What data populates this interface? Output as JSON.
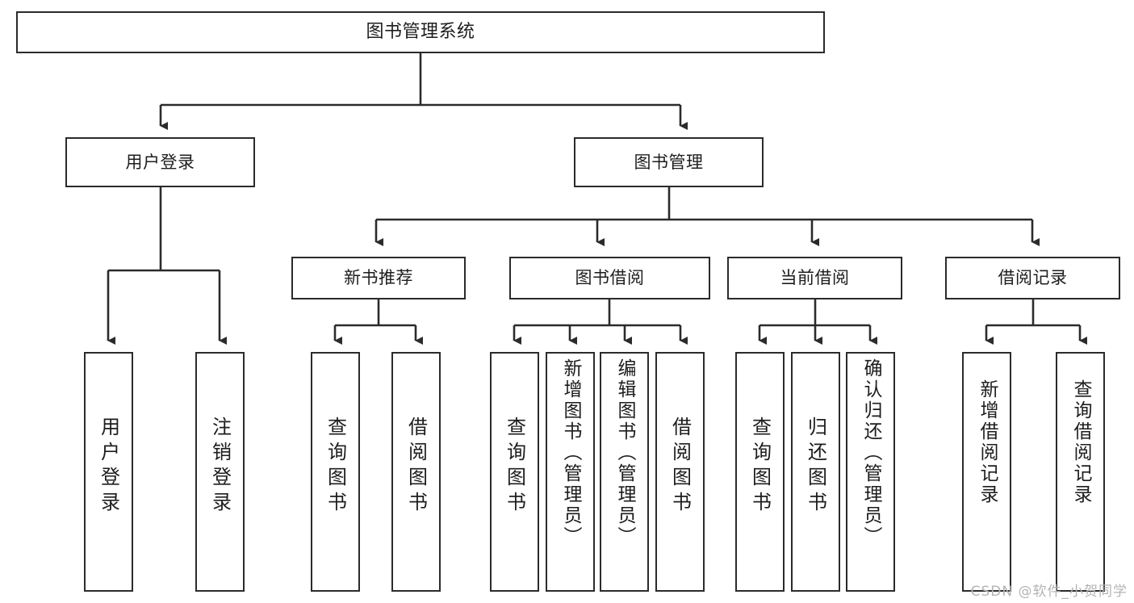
{
  "diagram": {
    "type": "tree",
    "title": "图书管理系统",
    "orientation": "top-down",
    "colors": {
      "box_border": "#2b2b2b",
      "box_fill": "#ffffff",
      "connector": "#2b2b2b",
      "background": "#ffffff",
      "watermark": "#b4b4b4"
    },
    "root": {
      "label": "图书管理系统"
    },
    "level2": [
      {
        "id": "user-login",
        "label": "用户登录"
      },
      {
        "id": "book-manage",
        "label": "图书管理"
      }
    ],
    "level3": [
      {
        "id": "new-book-recommend",
        "label": "新书推荐"
      },
      {
        "id": "book-borrow",
        "label": "图书借阅"
      },
      {
        "id": "current-borrow",
        "label": "当前借阅"
      },
      {
        "id": "borrow-record",
        "label": "借阅记录"
      }
    ],
    "leaves": {
      "user_login": [
        {
          "id": "leaf-user-login",
          "label": "用户登录"
        },
        {
          "id": "leaf-logout",
          "label": "注销登录"
        }
      ],
      "new_book_recommend": [
        {
          "id": "leaf-query-book-1",
          "label": "查询图书"
        },
        {
          "id": "leaf-borrow-book-1",
          "label": "借阅图书"
        }
      ],
      "book_borrow": [
        {
          "id": "leaf-query-book-2",
          "label": "查询图书"
        },
        {
          "id": "leaf-add-book",
          "label": "新增图书（管理员）"
        },
        {
          "id": "leaf-edit-book",
          "label": "编辑图书（管理员）"
        },
        {
          "id": "leaf-borrow-book-2",
          "label": "借阅图书"
        }
      ],
      "current_borrow": [
        {
          "id": "leaf-query-book-3",
          "label": "查询图书"
        },
        {
          "id": "leaf-return-book",
          "label": "归还图书"
        },
        {
          "id": "leaf-confirm-return",
          "label": "确认归还（管理员）"
        }
      ],
      "borrow_record": [
        {
          "id": "leaf-add-record",
          "label": "新增借阅记录"
        },
        {
          "id": "leaf-query-record",
          "label": "查询借阅记录"
        }
      ]
    }
  },
  "watermark": {
    "text": "CSDN @软件_小贺同学"
  }
}
